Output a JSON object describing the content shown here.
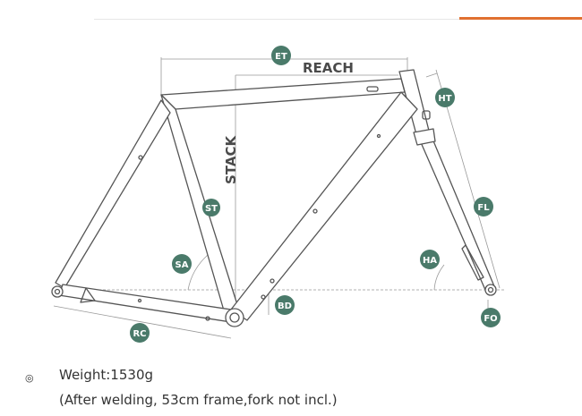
{
  "colors": {
    "accent": "#e07030",
    "badge": "#4a7a6a",
    "frame": "#555555",
    "dim": "#999999"
  },
  "labels": {
    "reach": "REACH",
    "stack": "STACK"
  },
  "badges": [
    {
      "id": "et",
      "text": "ET"
    },
    {
      "id": "ht",
      "text": "HT"
    },
    {
      "id": "fl",
      "text": "FL"
    },
    {
      "id": "sa",
      "text": "SA"
    },
    {
      "id": "ha",
      "text": "HA"
    },
    {
      "id": "bd",
      "text": "BD"
    },
    {
      "id": "rc",
      "text": "RC"
    },
    {
      "id": "fo",
      "text": "FO"
    },
    {
      "id": "st",
      "text": "ST"
    }
  ],
  "spec": {
    "bullet": "◎",
    "weight": "Weight:1530g",
    "note": "(After welding, 53cm frame,fork not incl.)"
  }
}
